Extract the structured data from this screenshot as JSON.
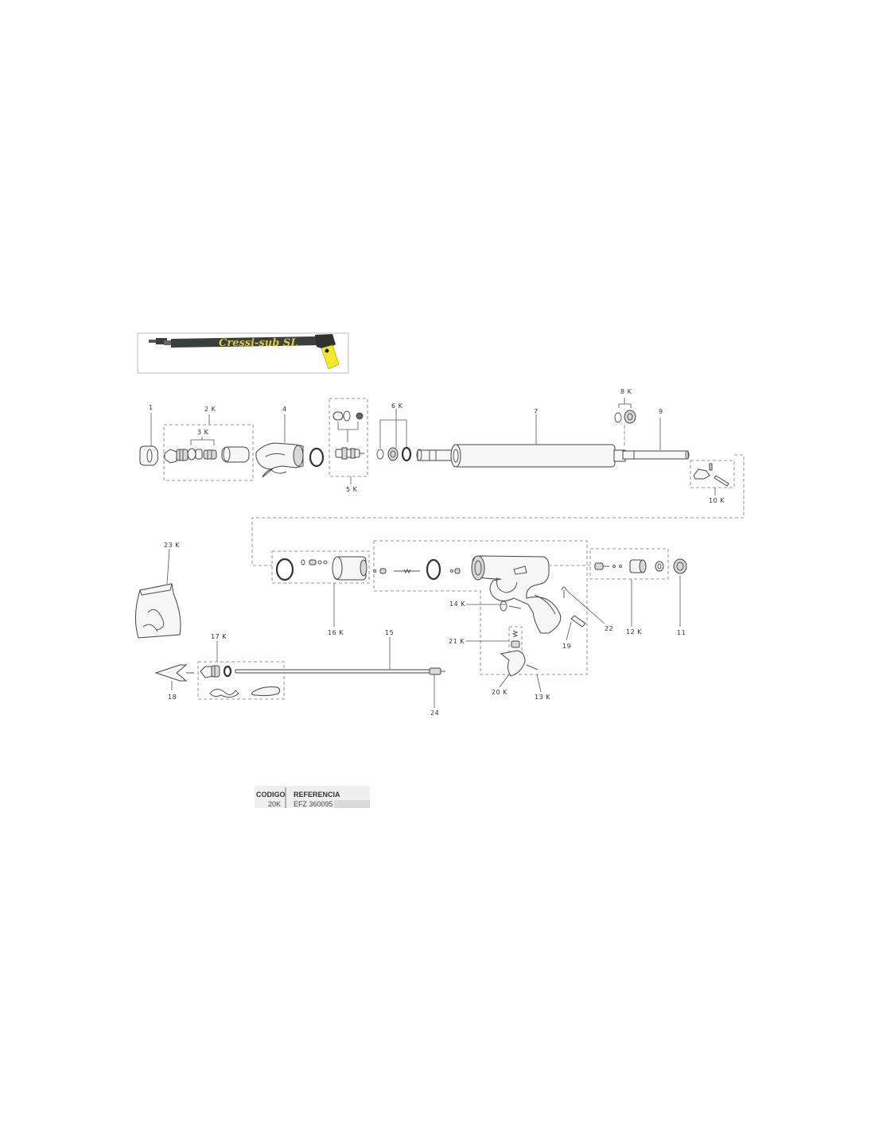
{
  "product": {
    "brand_text": "Cressi-sub SL",
    "colors": {
      "barrel": "#3a3f3c",
      "grip": "#f2ea2a",
      "brand": "#d8c84a"
    }
  },
  "labels": {
    "l1": "1",
    "l2k": "2 K",
    "l3k": "3 K",
    "l4": "4",
    "l5k": "5 K",
    "l6k": "6 K",
    "l7": "7",
    "l8k": "8 K",
    "l9": "9",
    "l10k": "10 K",
    "l11": "11",
    "l12k": "12 K",
    "l13k": "13 K",
    "l14k": "14 K",
    "l15": "15",
    "l16k": "16 K",
    "l17k": "17 K",
    "l18": "18",
    "l19": "19",
    "l20k": "20 K",
    "l21k": "21 K",
    "l22": "22",
    "l23k": "23 K",
    "l24": "24"
  },
  "table": {
    "headers": [
      "CODIGO",
      "REFERENCIA"
    ],
    "rows": [
      [
        "20K",
        "EFZ 360095"
      ]
    ]
  }
}
